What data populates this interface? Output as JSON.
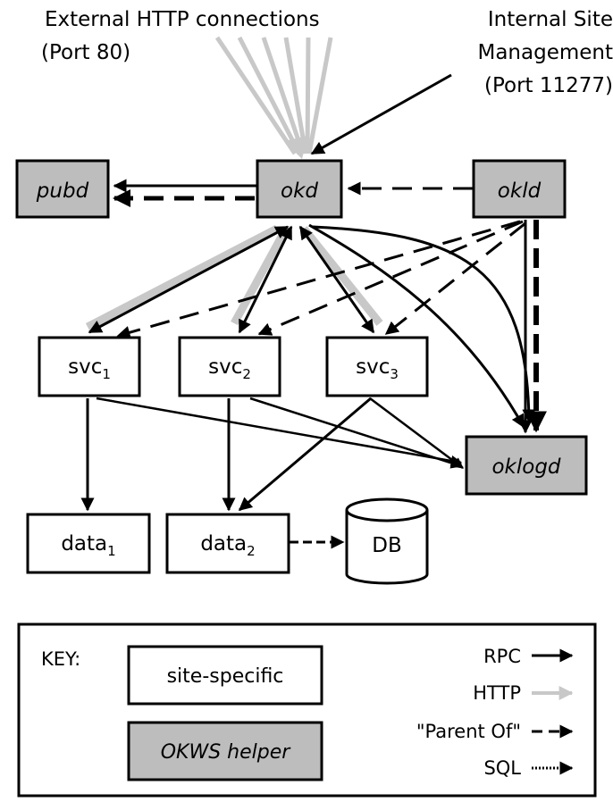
{
  "colors": {
    "helper_fill": "#bdbdbd",
    "site_fill": "#ffffff",
    "rpc": "#000000",
    "http": "#c8c8c8",
    "parent_of": "#000000"
  },
  "top": {
    "external_line1": "External HTTP connections",
    "external_line2": "(Port 80)",
    "internal_line1": "Internal Site",
    "internal_line2": "Management",
    "internal_line3": "(Port 11277)"
  },
  "nodes": {
    "pubd": "pubd",
    "okd": "okd",
    "okld": "okld",
    "svc1": "svc",
    "svc1_sub": "1",
    "svc2": "svc",
    "svc2_sub": "2",
    "svc3": "svc",
    "svc3_sub": "3",
    "oklogd": "oklogd",
    "data1": "data",
    "data1_sub": "1",
    "data2": "data",
    "data2_sub": "2",
    "db": "DB"
  },
  "key": {
    "title": "KEY:",
    "site_specific": "site-specific",
    "okws_helper": "OKWS helper",
    "rpc": "RPC",
    "http": "HTTP",
    "parent_of": "\"Parent Of\"",
    "sql": "SQL"
  }
}
